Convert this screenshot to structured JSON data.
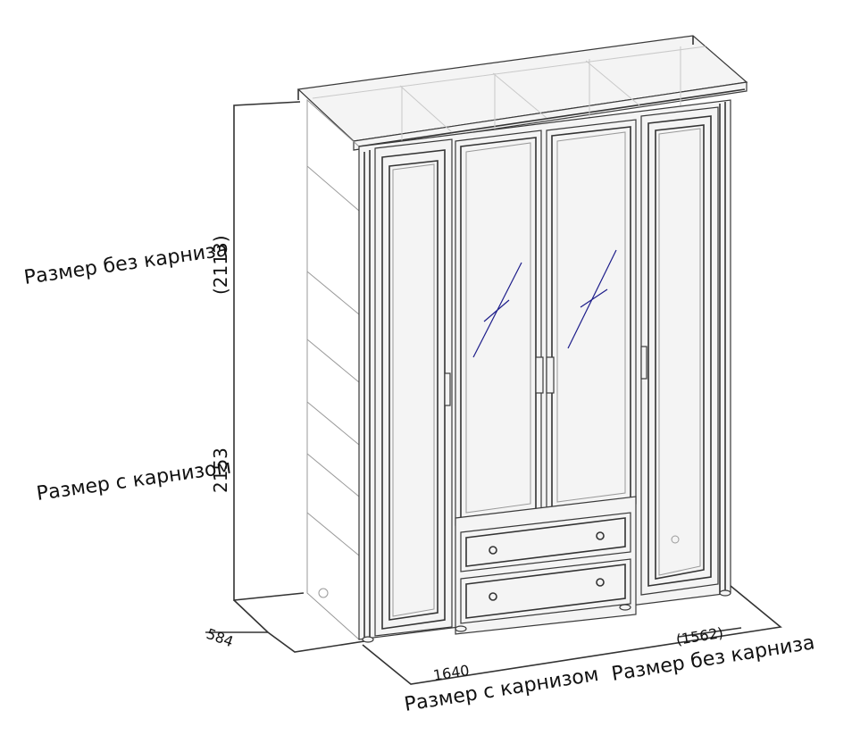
{
  "labels": {
    "height_no_cornice_label": "Размер без карниза",
    "height_no_cornice_value": "(2113)",
    "height_with_cornice_label": "Размер с карнизом",
    "height_with_cornice_value": "2153",
    "depth_value": "584",
    "width_with_cornice_value": "1640",
    "width_with_cornice_label": "Размер с карнизом",
    "width_no_cornice_value": "(1562)",
    "width_no_cornice_label": "Размер без карниза"
  },
  "colors": {
    "line": "#333333",
    "mirror_reflection": "#1d1d8a"
  }
}
